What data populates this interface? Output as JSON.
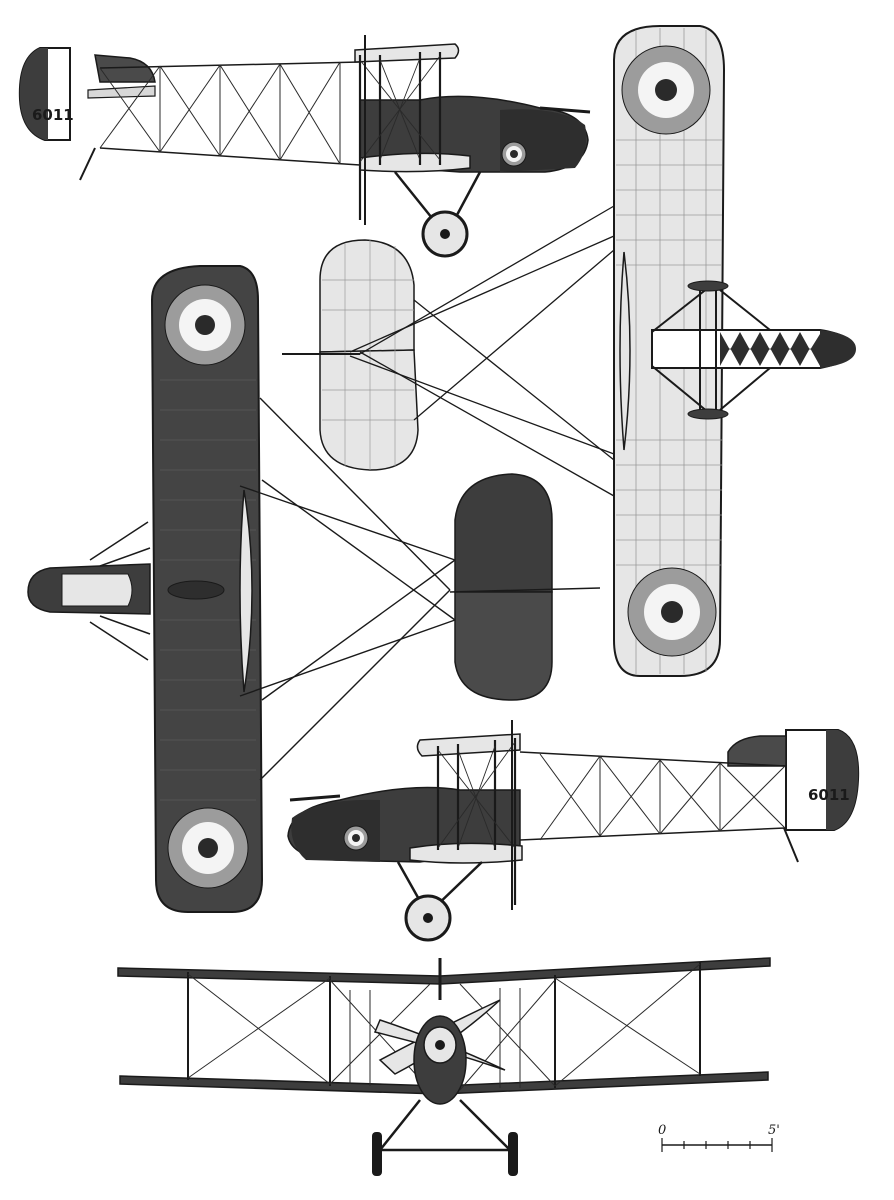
{
  "serial_numbers": {
    "side_view_left": "6011",
    "side_view_right": "6011"
  },
  "scale_bar": {
    "start_label": "0",
    "end_label": "5'"
  },
  "colors": {
    "ink": "#1a1a1a",
    "dark_doped": "#3d3d3d",
    "dark_mid": "#4a4a4a",
    "light_fabric": "#e6e6e6",
    "grid_line": "#9a9a9a",
    "roundel_outer": "#9c9c9c",
    "roundel_middle": "#f4f4f4",
    "roundel_center": "#2a2a2a",
    "metal_cowl": "#2e2e2e"
  }
}
